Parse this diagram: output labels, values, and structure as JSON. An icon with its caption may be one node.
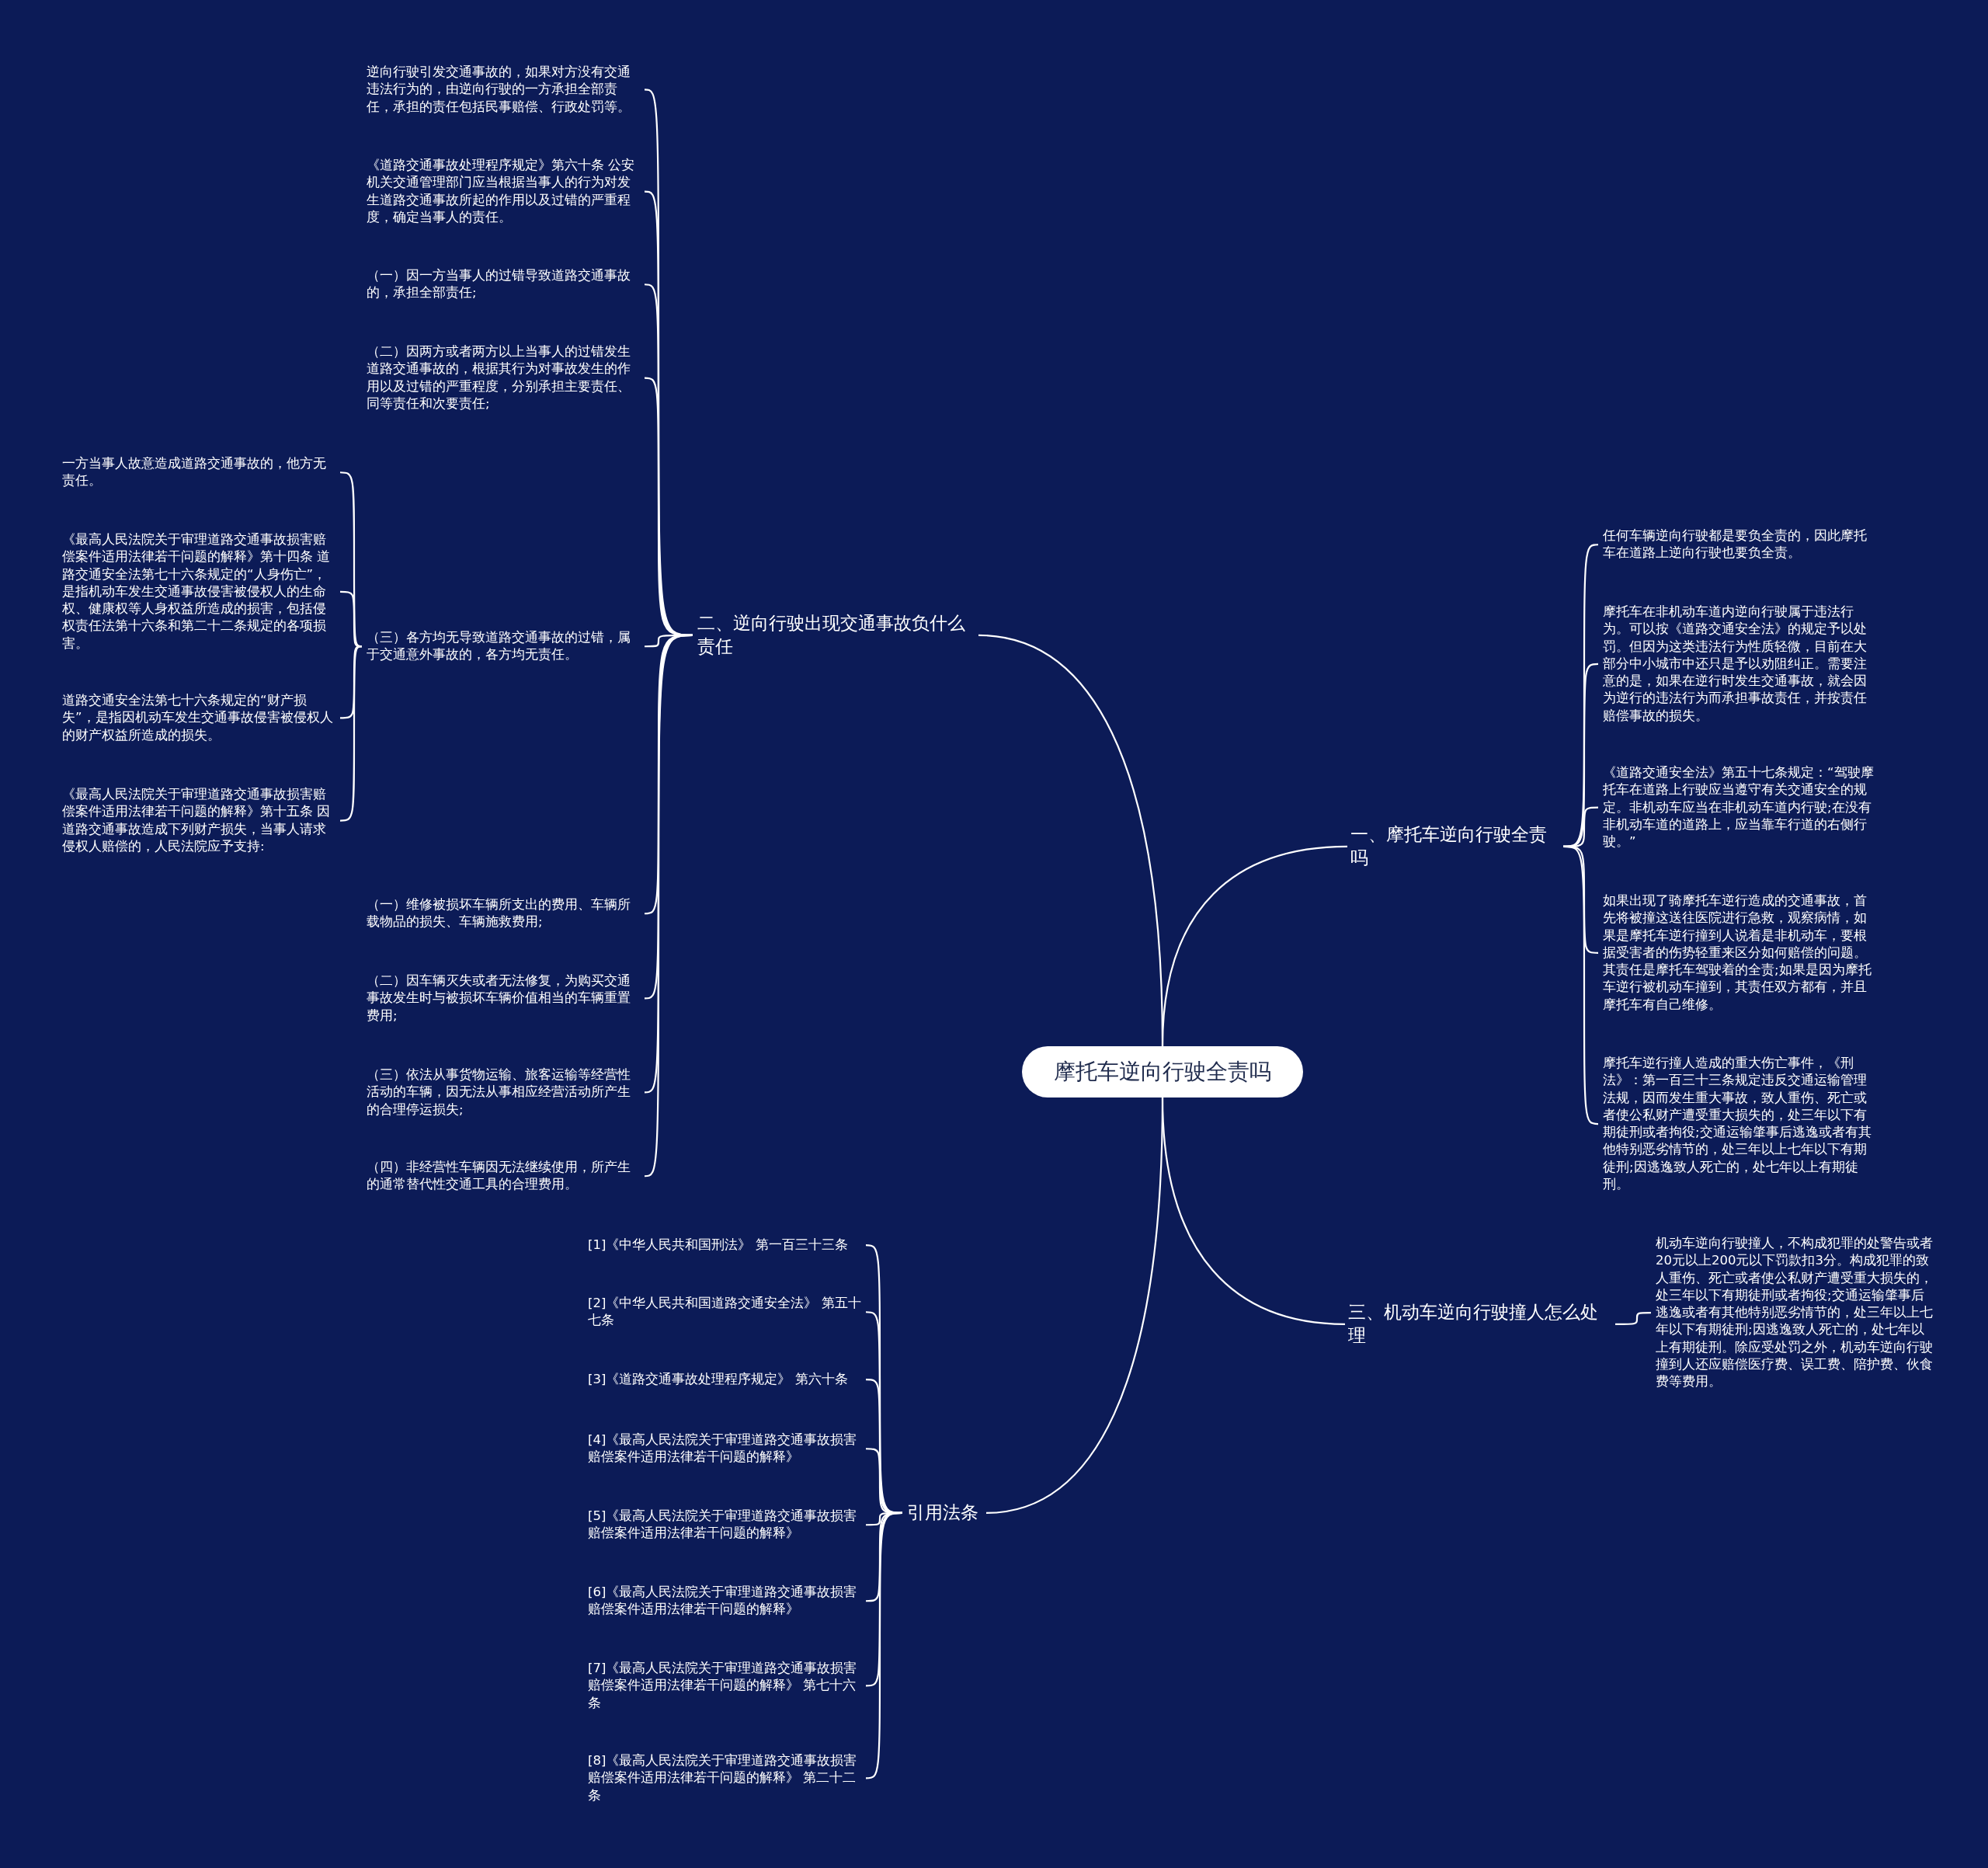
{
  "diagram": {
    "nodes": [
      {
        "text": [
          "摩托车逆向行驶全责吗"
        ]
      },
      {
        "text": [
          "二、逆向行驶出现交通事故负什么责任"
        ]
      },
      {
        "text": [
          "逆向行驶引发交通事故的，如果对方没有交通违法行为的，由逆向行驶的一方承担全部责任，承担的责任包括民事赔偿、行政处罚等。"
        ]
      },
      {
        "text": [
          "《道路交通事故处理程序规定》第六十条 公安机关交通管理部门应当根据当事人的行为对发生道路交通事故所起的作用以及过错的严重程度，确定当事人的责任。"
        ]
      },
      {
        "text": [
          "（一）因一方当事人的过错导致道路交通事故的，承担全部责任;"
        ]
      },
      {
        "text": [
          "（二）因两方或者两方以上当事人的过错发生道路交通事故的，根据其行为对事故发生的作用以及过错的严重程度，分别承担主要责任、同等责任和次要责任;"
        ]
      },
      {
        "text": [
          "（三）各方均无导致道路交通事故的过错，属于交通意外事故的，各方均无责任。"
        ]
      },
      {
        "text": [
          "一方当事人故意造成道路交通事故的，他方无责任。"
        ]
      },
      {
        "text": [
          "《最高人民法院关于审理道路交通事故损害赔偿案件适用法律若干问题的解释》第十四条 道路交通安全法第七十六条规定的“人身伤亡”，是指机动车发生交通事故侵害被侵权人的生命权、健康权等人身权益所造成的损害，包括侵权责任法第十六条和第二十二条规定的各项损害。"
        ]
      },
      {
        "text": [
          "道路交通安全法第七十六条规定的“财产损失”，是指因机动车发生交通事故侵害被侵权人的财产权益所造成的损失。"
        ]
      },
      {
        "text": [
          "《最高人民法院关于审理道路交通事故损害赔偿案件适用法律若干问题的解释》第十五条 因道路交通事故造成下列财产损失，当事人请求侵权人赔偿的，人民法院应予支持:"
        ]
      },
      {
        "text": [
          "（一）维修被损坏车辆所支出的费用、车辆所载物品的损失、车辆施救费用;"
        ]
      },
      {
        "text": [
          "（二）因车辆灭失或者无法修复，为购买交通事故发生时与被损坏车辆价值相当的车辆重置费用;"
        ]
      },
      {
        "text": [
          "（三）依法从事货物运输、旅客运输等经营性活动的车辆，因无法从事相应经营活动所产生的合理停运损失;"
        ]
      },
      {
        "text": [
          "（四）非经营性车辆因无法继续使用，所产生的通常替代性交通工具的合理费用。"
        ]
      },
      {
        "text": [
          "一、摩托车逆向行驶全责吗"
        ]
      },
      {
        "text": [
          "任何车辆逆向行驶都是要负全责的，因此摩托车在道路上逆向行驶也要负全责。"
        ]
      },
      {
        "text": [
          "摩托车在非机动车道内逆向行驶属于违法行为。可以按《道路交通安全法》的规定予以处罚。但因为这类违法行为性质轻微，目前在大部分中小城市中还只是予以劝阻纠正。需要注意的是，如果在逆行时发生交通事故，就会因为逆行的违法行为而承担事故责任，并按责任赔偿事故的损失。"
        ]
      },
      {
        "text": [
          "《道路交通安全法》第五十七条规定：“驾驶摩托车在道路上行驶应当遵守有关交通安全的规定。非机动车应当在非机动车道内行驶;在没有非机动车道的道路上，应当靠车行道的右侧行驶。”"
        ]
      },
      {
        "text": [
          "如果出现了骑摩托车逆行造成的交通事故，首先将被撞这送往医院进行急救，观察病情，如果是摩托车逆行撞到人说着是非机动车，要根据受害者的伤势轻重来区分如何赔偿的问题。其责任是摩托车驾驶着的全责;如果是因为摩托车逆行被机动车撞到，其责任双方都有，并且摩托车有自己维修。"
        ]
      },
      {
        "text": [
          "摩托车逆行撞人造成的重大伤亡事件，《刑法》：第一百三十三条规定违反交通运输管理法规，因而发生重大事故，致人重伤、死亡或者使公私财产遭受重大损失的，处三年以下有期徒刑或者拘役;交通运输肇事后逃逸或者有其他特别恶劣情节的，处三年以上七年以下有期徒刑;因逃逸致人死亡的，处七年以上有期徒刑。"
        ]
      },
      {
        "text": [
          "三、机动车逆向行驶撞人怎么处理"
        ]
      },
      {
        "text": [
          "机动车逆向行驶撞人，不构成犯罪的处警告或者20元以上200元以下罚款扣3分。构成犯罪的致人重伤、死亡或者使公私财产遭受重大损失的，处三年以下有期徒刑或者拘役;交通运输肇事后逃逸或者有其他特别恶劣情节的，处三年以上七年以下有期徒刑;因逃逸致人死亡的，处七年以上有期徒刑。除应受处罚之外，机动车逆向行驶撞到人还应赔偿医疗费、误工费、陪护费、伙食费等费用。"
        ]
      },
      {
        "text": [
          "引用法条"
        ]
      },
      {
        "text": [
          "[1]《中华人民共和国刑法》 第一百三十三条"
        ]
      },
      {
        "text": [
          "[2]《中华人民共和国道路交通安全法》 第五十七条"
        ]
      },
      {
        "text": [
          "[3]《道路交通事故处理程序规定》 第六十条"
        ]
      },
      {
        "text": [
          "[4]《最高人民法院关于审理道路交通事故损害赔偿案件适用法律若干问题的解释》"
        ]
      },
      {
        "text": [
          "[5]《最高人民法院关于审理道路交通事故损害赔偿案件适用法律若干问题的解释》"
        ]
      },
      {
        "text": [
          "[6]《最高人民法院关于审理道路交通事故损害赔偿案件适用法律若干问题的解释》"
        ]
      },
      {
        "text": [
          "[7]《最高人民法院关于审理道路交通事故损害赔偿案件适用法律若干问题的解释》 第七十六条"
        ]
      },
      {
        "text": [
          "[8]《最高人民法院关于审理道路交通事故损害赔偿案件适用法律若干问题的解释》 第二十二条"
        ]
      }
    ],
    "edges": [
      {
        "from": 0,
        "to": 1,
        "arrow": "none"
      },
      {
        "from": 0,
        "to": 15,
        "arrow": "none"
      },
      {
        "from": 0,
        "to": 21,
        "arrow": "none"
      },
      {
        "from": 0,
        "to": 23,
        "arrow": "none"
      },
      {
        "from": 1,
        "to": 2,
        "arrow": "none"
      },
      {
        "from": 1,
        "to": 3,
        "arrow": "none"
      },
      {
        "from": 1,
        "to": 4,
        "arrow": "none"
      },
      {
        "from": 1,
        "to": 5,
        "arrow": "none"
      },
      {
        "from": 1,
        "to": 6,
        "arrow": "none"
      },
      {
        "from": 6,
        "to": 7,
        "arrow": "none"
      },
      {
        "from": 6,
        "to": 8,
        "arrow": "none"
      },
      {
        "from": 6,
        "to": 9,
        "arrow": "none"
      },
      {
        "from": 6,
        "to": 10,
        "arrow": "none"
      },
      {
        "from": 1,
        "to": 11,
        "arrow": "none"
      },
      {
        "from": 1,
        "to": 12,
        "arrow": "none"
      },
      {
        "from": 1,
        "to": 13,
        "arrow": "none"
      },
      {
        "from": 1,
        "to": 14,
        "arrow": "none"
      },
      {
        "from": 15,
        "to": 16,
        "arrow": "none"
      },
      {
        "from": 15,
        "to": 17,
        "arrow": "none"
      },
      {
        "from": 15,
        "to": 18,
        "arrow": "none"
      },
      {
        "from": 15,
        "to": 19,
        "arrow": "none"
      },
      {
        "from": 15,
        "to": 20,
        "arrow": "none"
      },
      {
        "from": 21,
        "to": 22,
        "arrow": "none"
      },
      {
        "from": 23,
        "to": 24,
        "arrow": "none"
      },
      {
        "from": 23,
        "to": 25,
        "arrow": "none"
      },
      {
        "from": 23,
        "to": 26,
        "arrow": "none"
      },
      {
        "from": 23,
        "to": 27,
        "arrow": "none"
      },
      {
        "from": 23,
        "to": 28,
        "arrow": "none"
      },
      {
        "from": 23,
        "to": 29,
        "arrow": "none"
      },
      {
        "from": 23,
        "to": 30,
        "arrow": "none"
      },
      {
        "from": 23,
        "to": 31,
        "arrow": "none"
      }
    ]
  }
}
